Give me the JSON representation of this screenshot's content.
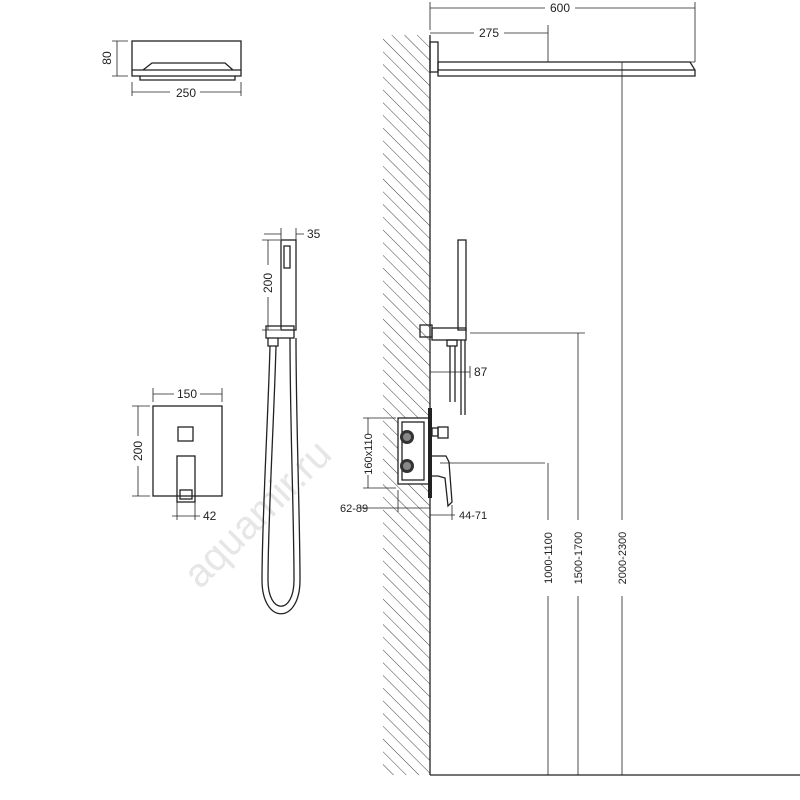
{
  "title": "Shower system installation drawing",
  "watermark": "aquamir.ru",
  "overhead_shower": {
    "width": "250",
    "height": "80"
  },
  "hand_shower": {
    "width": "35",
    "length": "200"
  },
  "mixer_plate": {
    "width": "150",
    "height": "200",
    "handle_offset": "42"
  },
  "installation": {
    "head_arm_length": "600",
    "head_offset": "275",
    "holder_projection": "87",
    "box_size": "160x110",
    "box_depth": "62-89",
    "handle_projection": "44-71",
    "mixer_height": "1000-1100",
    "holder_height": "1500-1700",
    "head_height": "2000-2300"
  },
  "colors": {
    "line": "#222222",
    "hatch": "#444444"
  }
}
